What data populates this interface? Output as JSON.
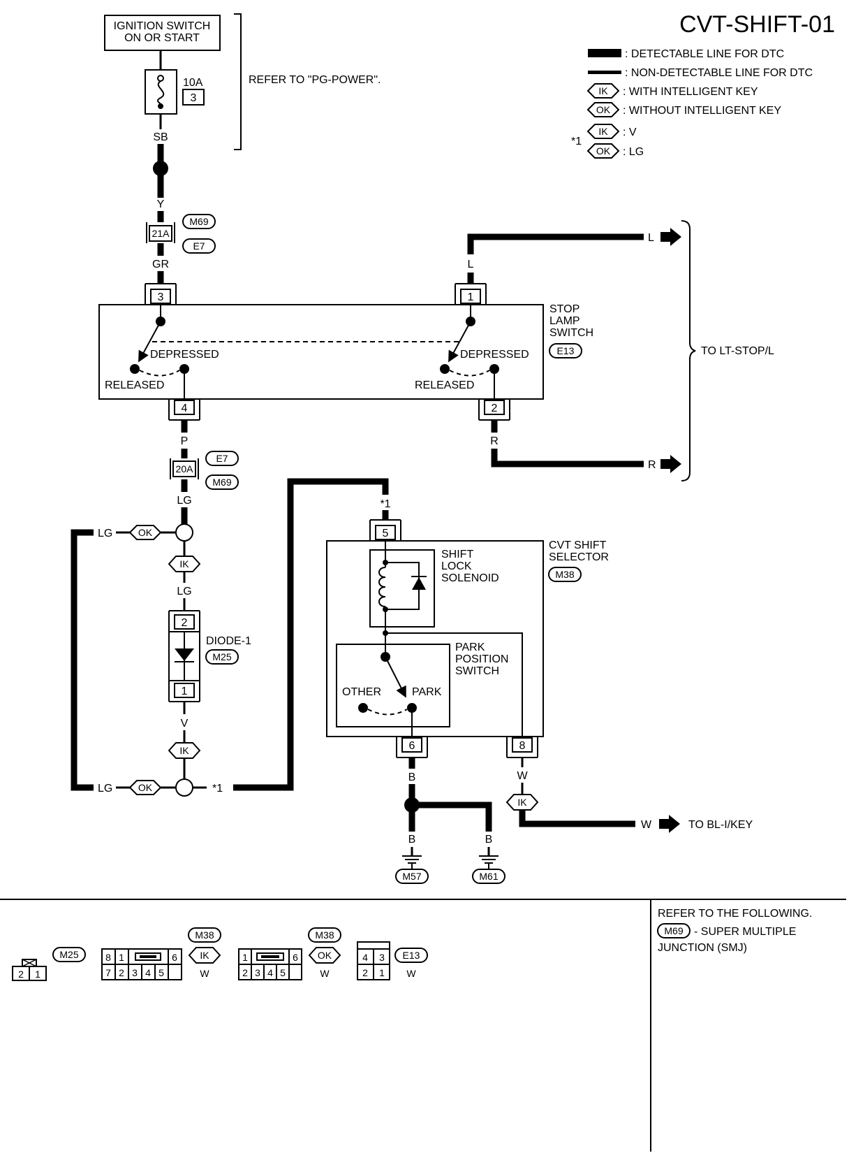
{
  "header": {
    "title": "CVT-SHIFT-01"
  },
  "legend": {
    "detectable": ": DETECTABLE LINE FOR DTC",
    "non_detectable": ": NON-DETECTABLE LINE FOR DTC",
    "ik_tag": "IK",
    "ok_tag": "OK",
    "with_ik": ": WITH INTELLIGENT KEY",
    "without_ik": ": WITHOUT INTELLIGENT KEY",
    "star1": "*1",
    "star1_ik": ": V",
    "star1_ok": ": LG"
  },
  "power": {
    "ignition_line1": "IGNITION SWITCH",
    "ignition_line2": "ON OR START",
    "fuse_rating": "10A",
    "fuse_number": "3",
    "refer": "REFER TO \"PG-POWER\"."
  },
  "wires": {
    "sb": "SB",
    "y": "Y",
    "gr": "GR",
    "l": "L",
    "l_out": "L",
    "p": "P",
    "r": "R",
    "r_out": "R",
    "lg_top": "LG",
    "lg_mid": "LG",
    "lg_left_top": "LG",
    "lg_left_bottom": "LG",
    "v": "V",
    "star1_top": "*1",
    "star1_bottom": "*1",
    "b_top": "B",
    "b_bottom": "B",
    "b_right": "B",
    "w_top": "W",
    "w_out": "W"
  },
  "connectors": {
    "jc_top_pin": "21A",
    "jc_top_m": "M69",
    "jc_top_e": "E7",
    "jc_bot_pin": "20A",
    "jc_bot_e": "E7",
    "jc_bot_m": "M69",
    "ground_left": "M57",
    "ground_right": "M61"
  },
  "stop_lamp": {
    "name_l1": "STOP",
    "name_l2": "LAMP",
    "name_l3": "SWITCH",
    "conn": "E13",
    "pin3": "3",
    "pin1": "1",
    "pin4": "4",
    "pin2": "2",
    "depressed_left": "DEPRESSED",
    "released_left": "RELEASED",
    "depressed_right": "DEPRESSED",
    "released_right": "RELEASED",
    "to_lt_stop": "TO LT-STOP/L"
  },
  "diode": {
    "name": "DIODE-1",
    "conn": "M25",
    "pin2": "2",
    "pin1": "1"
  },
  "cvt_selector": {
    "name_l1": "CVT SHIFT",
    "name_l2": "SELECTOR",
    "conn": "M38",
    "pin5": "5",
    "pin6": "6",
    "pin8": "8",
    "solenoid_l1": "SHIFT",
    "solenoid_l2": "LOCK",
    "solenoid_l3": "SOLENOID",
    "park_l1": "PARK",
    "park_l2": "POSITION",
    "park_l3": "SWITCH",
    "other": "OTHER",
    "park": "PARK",
    "to_bl_ikey": "TO BL-I/KEY"
  },
  "connector_views": {
    "m25_tag": "M25",
    "m25_pins": [
      "2",
      "1"
    ],
    "m38ik_tag": "M38",
    "m38ik_variant": "IK",
    "m38ik_color": "W",
    "m38ik_top": [
      "8",
      "1",
      "6"
    ],
    "m38ik_bottom": [
      "7",
      "2",
      "3",
      "4",
      "5"
    ],
    "m38ok_tag": "M38",
    "m38ok_variant": "OK",
    "m38ok_color": "W",
    "m38ok_top": [
      "1",
      "6"
    ],
    "m38ok_bottom": [
      "2",
      "3",
      "4",
      "5"
    ],
    "e13_tag": "E13",
    "e13_color": "W",
    "e13_top": [
      "4",
      "3"
    ],
    "e13_bottom": [
      "2",
      "1"
    ]
  },
  "footer_note": {
    "line1": "REFER TO THE FOLLOWING.",
    "tag": "M69",
    "line2": "- SUPER MULTIPLE",
    "line3": "JUNCTION (SMJ)"
  }
}
